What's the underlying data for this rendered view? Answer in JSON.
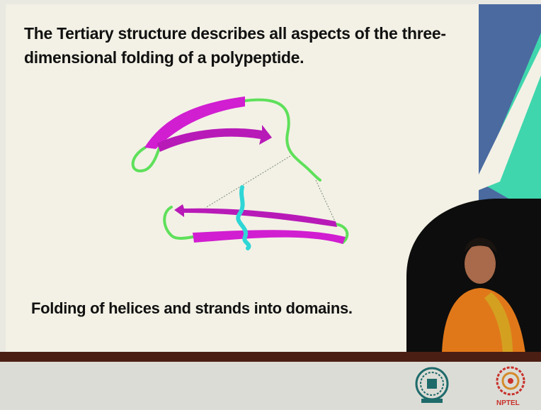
{
  "slide": {
    "title_line1": "The Tertiary structure describes all aspects of the three-",
    "title_line2": "dimensional folding of a polypeptide.",
    "caption": "Folding of helices and strands into domains."
  },
  "footer": {
    "nptel_label": "NPTEL"
  },
  "colors": {
    "slide_background": "#f3f1e5",
    "right_panel": "#4a6aa0",
    "accent_stripe": "#3fd6ad",
    "divider_bar": "#4b1e14",
    "strand_magenta": "#d11ed1",
    "loop_green": "#5ee05a",
    "helix_cyan": "#2fd6d6"
  }
}
